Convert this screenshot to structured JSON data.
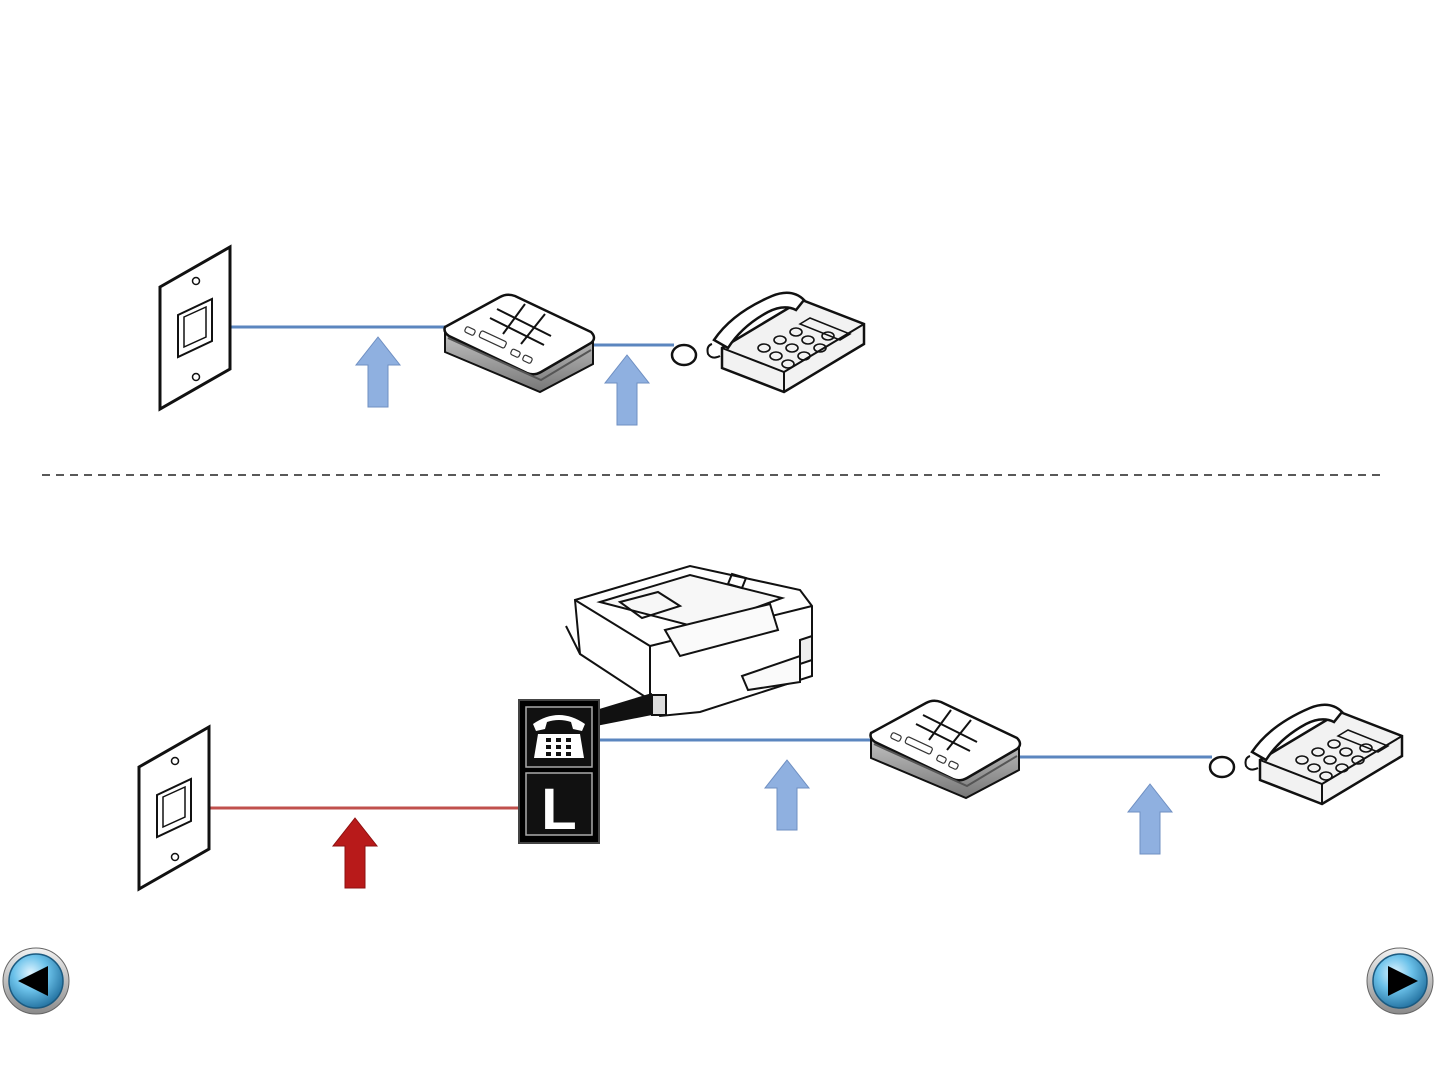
{
  "diagram": {
    "colors": {
      "line_blue": "#5b86bf",
      "arrow_blue": "#8fb0e0",
      "line_red": "#c0504d",
      "arrow_red": "#b81a1a",
      "divider": "#222222",
      "port_box": "#111111"
    },
    "top_section": {
      "devices": [
        "wall-jack",
        "modem-router",
        "telephone"
      ],
      "connections": [
        "wall-jack-to-modem",
        "modem-to-telephone"
      ]
    },
    "bottom_section": {
      "devices": [
        "wall-jack",
        "printer",
        "modem-router",
        "telephone"
      ],
      "printer_ports": [
        {
          "icon": "telephone-icon",
          "label": ""
        },
        {
          "icon": "",
          "label": "L"
        }
      ],
      "connections": [
        "wall-jack-to-printer-line-port",
        "printer-phone-port-to-modem",
        "modem-to-telephone"
      ]
    }
  },
  "navigation": {
    "previous": {
      "icon": "triangle-left-icon"
    },
    "next": {
      "icon": "triangle-right-icon"
    }
  }
}
